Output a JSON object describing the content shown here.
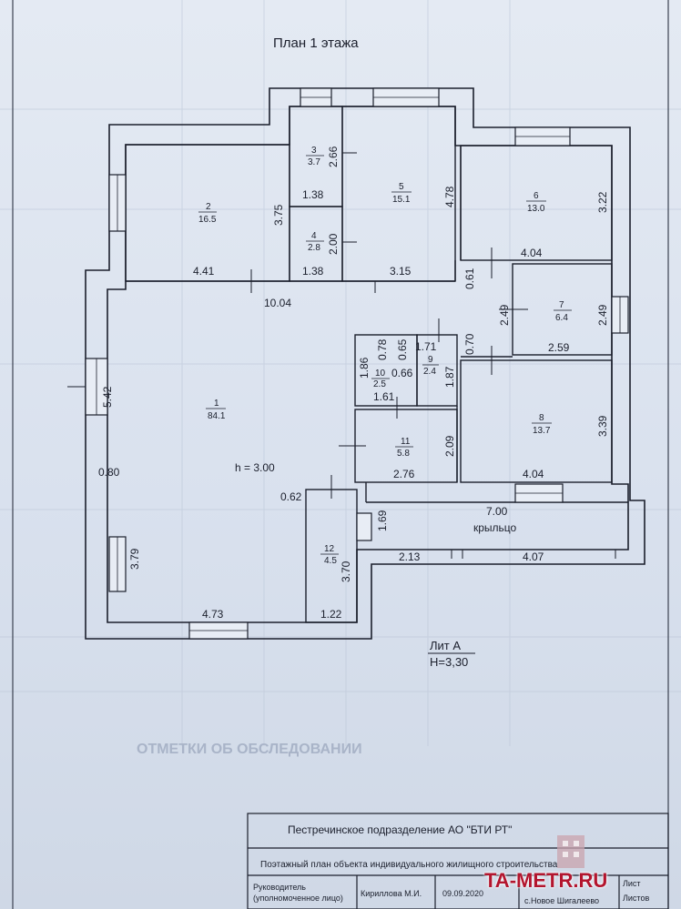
{
  "title": "План 1 этажа",
  "rooms": [
    {
      "num": "2",
      "area": "16.5"
    },
    {
      "num": "3",
      "area": "3.7"
    },
    {
      "num": "4",
      "area": "2.8"
    },
    {
      "num": "5",
      "area": "15.1"
    },
    {
      "num": "6",
      "area": "13.0"
    },
    {
      "num": "7",
      "area": "6.4"
    },
    {
      "num": "1",
      "area": "84.1"
    },
    {
      "num": "10",
      "area": "2.5"
    },
    {
      "num": "9",
      "area": "2.4"
    },
    {
      "num": "11",
      "area": "5.8"
    },
    {
      "num": "8",
      "area": "13.7"
    },
    {
      "num": "12",
      "area": "4.5"
    }
  ],
  "dims": {
    "d_441": "4.41",
    "d_375": "3.75",
    "d_266": "2.66",
    "d_138a": "1.38",
    "d_200": "2.00",
    "d_138b": "1.38",
    "d_478": "4.78",
    "d_315": "3.15",
    "d_322": "3.22",
    "d_404a": "4.04",
    "d_061": "0.61",
    "d_1004": "10.04",
    "d_249a": "2.49",
    "d_249b": "2.49",
    "d_259": "2.59",
    "d_078": "0.78",
    "d_065": "0.65",
    "d_171": "1.71",
    "d_070": "0.70",
    "d_186": "1.86",
    "d_066": "0.66",
    "d_187": "1.87",
    "d_161": "1.61",
    "d_542": "5.42",
    "d_339": "3.39",
    "d_209": "2.09",
    "d_080": "0.80",
    "d_276": "2.76",
    "d_404b": "4.04",
    "d_062": "0.62",
    "d_700": "7.00",
    "d_169": "1.69",
    "d_379": "3.79",
    "d_370": "3.70",
    "d_213": "2.13",
    "d_407": "4.07",
    "d_473": "4.73",
    "d_122": "1.22"
  },
  "height_note": "h = 3.00",
  "porch_label": "крыльцо",
  "lit": "Лит А",
  "lit_height": "H=3,30",
  "stamp": {
    "org": "Пестречинское подразделение АО \"БТИ РТ\"",
    "doc": "Поэтажный план объекта индивидуального жилищного строительства",
    "role1": "Руководитель",
    "role2": "(уполномоченное лицо)",
    "person": "Кириллова М.И.",
    "date": "09.09.2020",
    "place": "с.Новое Шигалеево",
    "sheet": "Лист",
    "sheets": "Листов"
  },
  "faded_text": "ОТМЕТКИ ОБ ОБСЛЕДОВАНИИ",
  "watermark": "TA-METR.RU"
}
